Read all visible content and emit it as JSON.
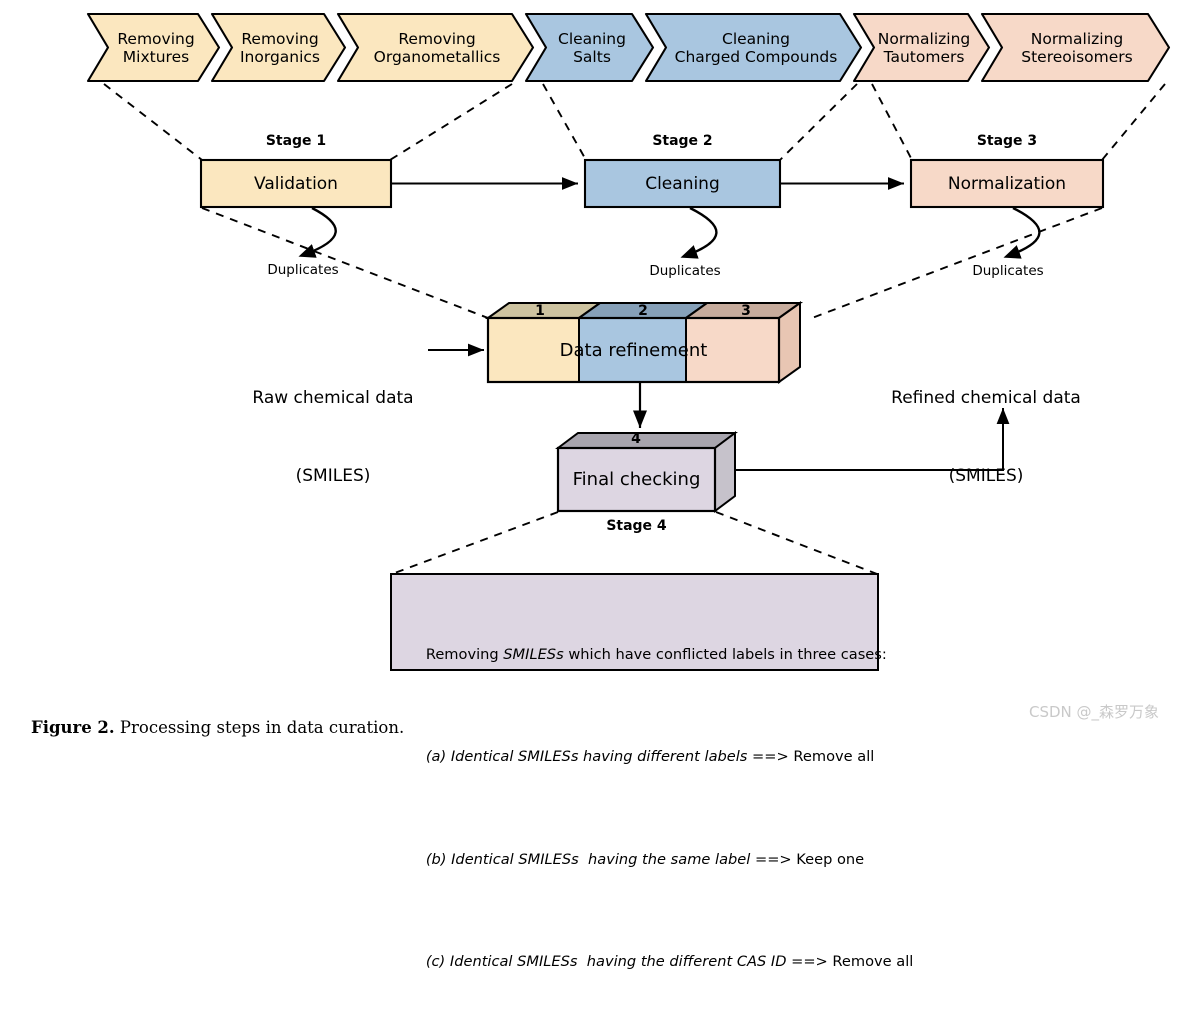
{
  "figure": {
    "caption_label": "Figure 2.",
    "caption_text": " Processing steps in data curation.",
    "watermark": "CSDN @_森罗万象"
  },
  "colors": {
    "validation_fill": "#fbe7bf",
    "cleaning_fill": "#a9c6e0",
    "normalization_fill": "#f7d9c8",
    "final_fill": "#ddd6e2",
    "top_validation": "#cdc3a0",
    "top_cleaning": "#86a0b8",
    "top_normalization": "#c7ac9d",
    "top_final": "#a8a5ae",
    "side_normalization": "#e8c6b3",
    "side_final": "#c6c2cb",
    "stroke": "#000000",
    "watermark_color": "#c9c9c9"
  },
  "pipeline": {
    "steps": [
      {
        "line1": "Removing",
        "line2": "Mixtures",
        "group": "validation"
      },
      {
        "line1": "Removing",
        "line2": "Inorganics",
        "group": "validation"
      },
      {
        "line1": "Removing",
        "line2": "Organometallics",
        "group": "validation"
      },
      {
        "line1": "Cleaning",
        "line2": "Salts",
        "group": "cleaning"
      },
      {
        "line1": "Cleaning",
        "line2": "Charged Compounds",
        "group": "cleaning"
      },
      {
        "line1": "Normalizing",
        "line2": "Tautomers",
        "group": "normalization"
      },
      {
        "line1": "Normalizing",
        "line2": "Stereoisomers",
        "group": "normalization"
      }
    ]
  },
  "stages": [
    {
      "title": "Stage 1",
      "label": "Validation",
      "duplicates": "Duplicates",
      "number": "1"
    },
    {
      "title": "Stage 2",
      "label": "Cleaning",
      "duplicates": "Duplicates",
      "number": "2"
    },
    {
      "title": "Stage 3",
      "label": "Normalization",
      "duplicates": "Duplicates",
      "number": "3"
    }
  ],
  "refinement_box": {
    "label": "Data refinement",
    "segment_numbers": [
      "1",
      "2",
      "3"
    ]
  },
  "final_box": {
    "label": "Final checking",
    "number": "4",
    "stage_title": "Stage 4"
  },
  "io": {
    "input_line1": "Raw chemical data",
    "input_line2": "(SMILES)",
    "output_line1": "Refined chemical data",
    "output_line2": "(SMILES)"
  },
  "note": {
    "heading_pre": "Removing ",
    "heading_italic": "SMILESs",
    "heading_post": " which have conflicted labels in three cases:",
    "cases": [
      {
        "italic": "(a) Identical SMILESs having different labels",
        "rest": " ==> Remove all"
      },
      {
        "italic": "(b) Identical SMILESs  having the same label",
        "rest": " ==> Keep one"
      },
      {
        "italic": "(c) Identical SMILESs  having the different CAS ID",
        "rest": " ==> Remove all"
      }
    ]
  }
}
